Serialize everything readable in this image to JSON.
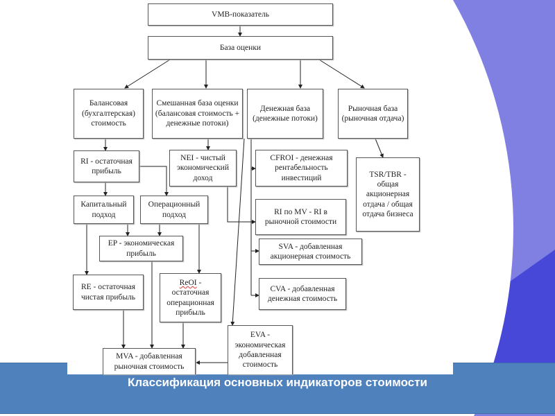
{
  "slide": {
    "title": "Классификация основных индикаторов стоимости",
    "colors": {
      "bar": "#4f81bd",
      "accent_blue": "#7f80e2",
      "dark_blue": "#4848d8"
    }
  },
  "diagram": {
    "vmb": "VMB-показатель",
    "base": "База оценки",
    "balance": "Балансовая (бухгалтерская) стоимость",
    "mixed": "Смешанная база оценки (балансовая стоимость + денежные потоки)",
    "cash": "Денежная база (денежные потоки)",
    "market": "Рыночная база (рыночная отдача)",
    "ri": "RI - остаточная прибыль",
    "nei": "NEI - чистый экономический доход",
    "cfroi": "CFROI - денежная рентабельность инвестиций",
    "tsr": "TSR/TBR - общая акционерная отдача / общая отдача бизнеса",
    "capital": "Капитальный подход",
    "operational": "Операционный подход",
    "ri_mv": "RI по MV - RI в рыночной стоимости",
    "ep": "EP - экономическая прибыль",
    "sva": "SVA - добавленная акционерная стоимость",
    "re": "RE - остаточная чистая прибыль",
    "reoi_abbr": "ReOI",
    "reoi_rest": " - остаточная операционная прибыль",
    "cva": "CVA - добавленная денежная стоимость",
    "eva": "EVA - экономическая добавленная стоимость",
    "mva": "MVA - добавленная рыночная стоимость"
  }
}
